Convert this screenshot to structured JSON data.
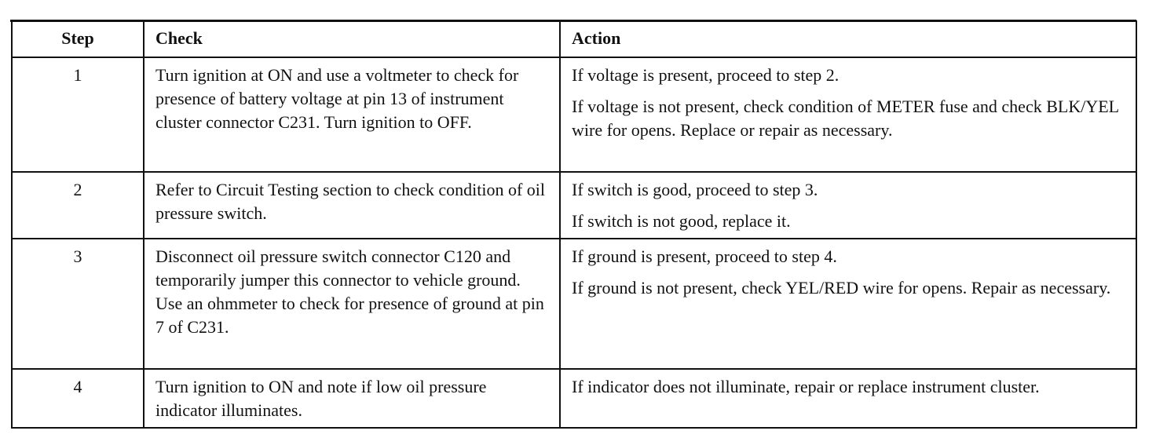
{
  "table": {
    "headers": {
      "step": "Step",
      "check": "Check",
      "action": "Action"
    },
    "rows": [
      {
        "step": "1",
        "check": "Turn ignition at ON and use a voltmeter to check for presence of battery voltage at pin 13 of instrument cluster connector C231. Turn ignition to OFF.",
        "actions": [
          "If voltage is present, proceed to step 2.",
          "If voltage is not present, check condition of METER fuse and check BLK/YEL wire for opens.  Replace or repair as necessary."
        ]
      },
      {
        "step": "2",
        "check": "Refer to Circuit Testing section to check condition of oil pressure switch.",
        "actions": [
          "If switch is good, proceed to step 3.",
          "If switch is not good, replace it."
        ]
      },
      {
        "step": "3",
        "check": "Disconnect oil pressure switch connector C120 and temporarily jumper this connector to vehicle ground.  Use an ohmmeter to check for presence of ground at pin 7 of C231.",
        "actions": [
          "If ground is present, proceed to step 4.",
          "If ground is not present, check YEL/RED wire for opens. Repair as necessary."
        ]
      },
      {
        "step": "4",
        "check": "Turn ignition to ON and note if low oil pressure indicator illuminates.",
        "actions": [
          "If indicator does not illuminate, repair or replace instrument cluster."
        ]
      }
    ]
  }
}
